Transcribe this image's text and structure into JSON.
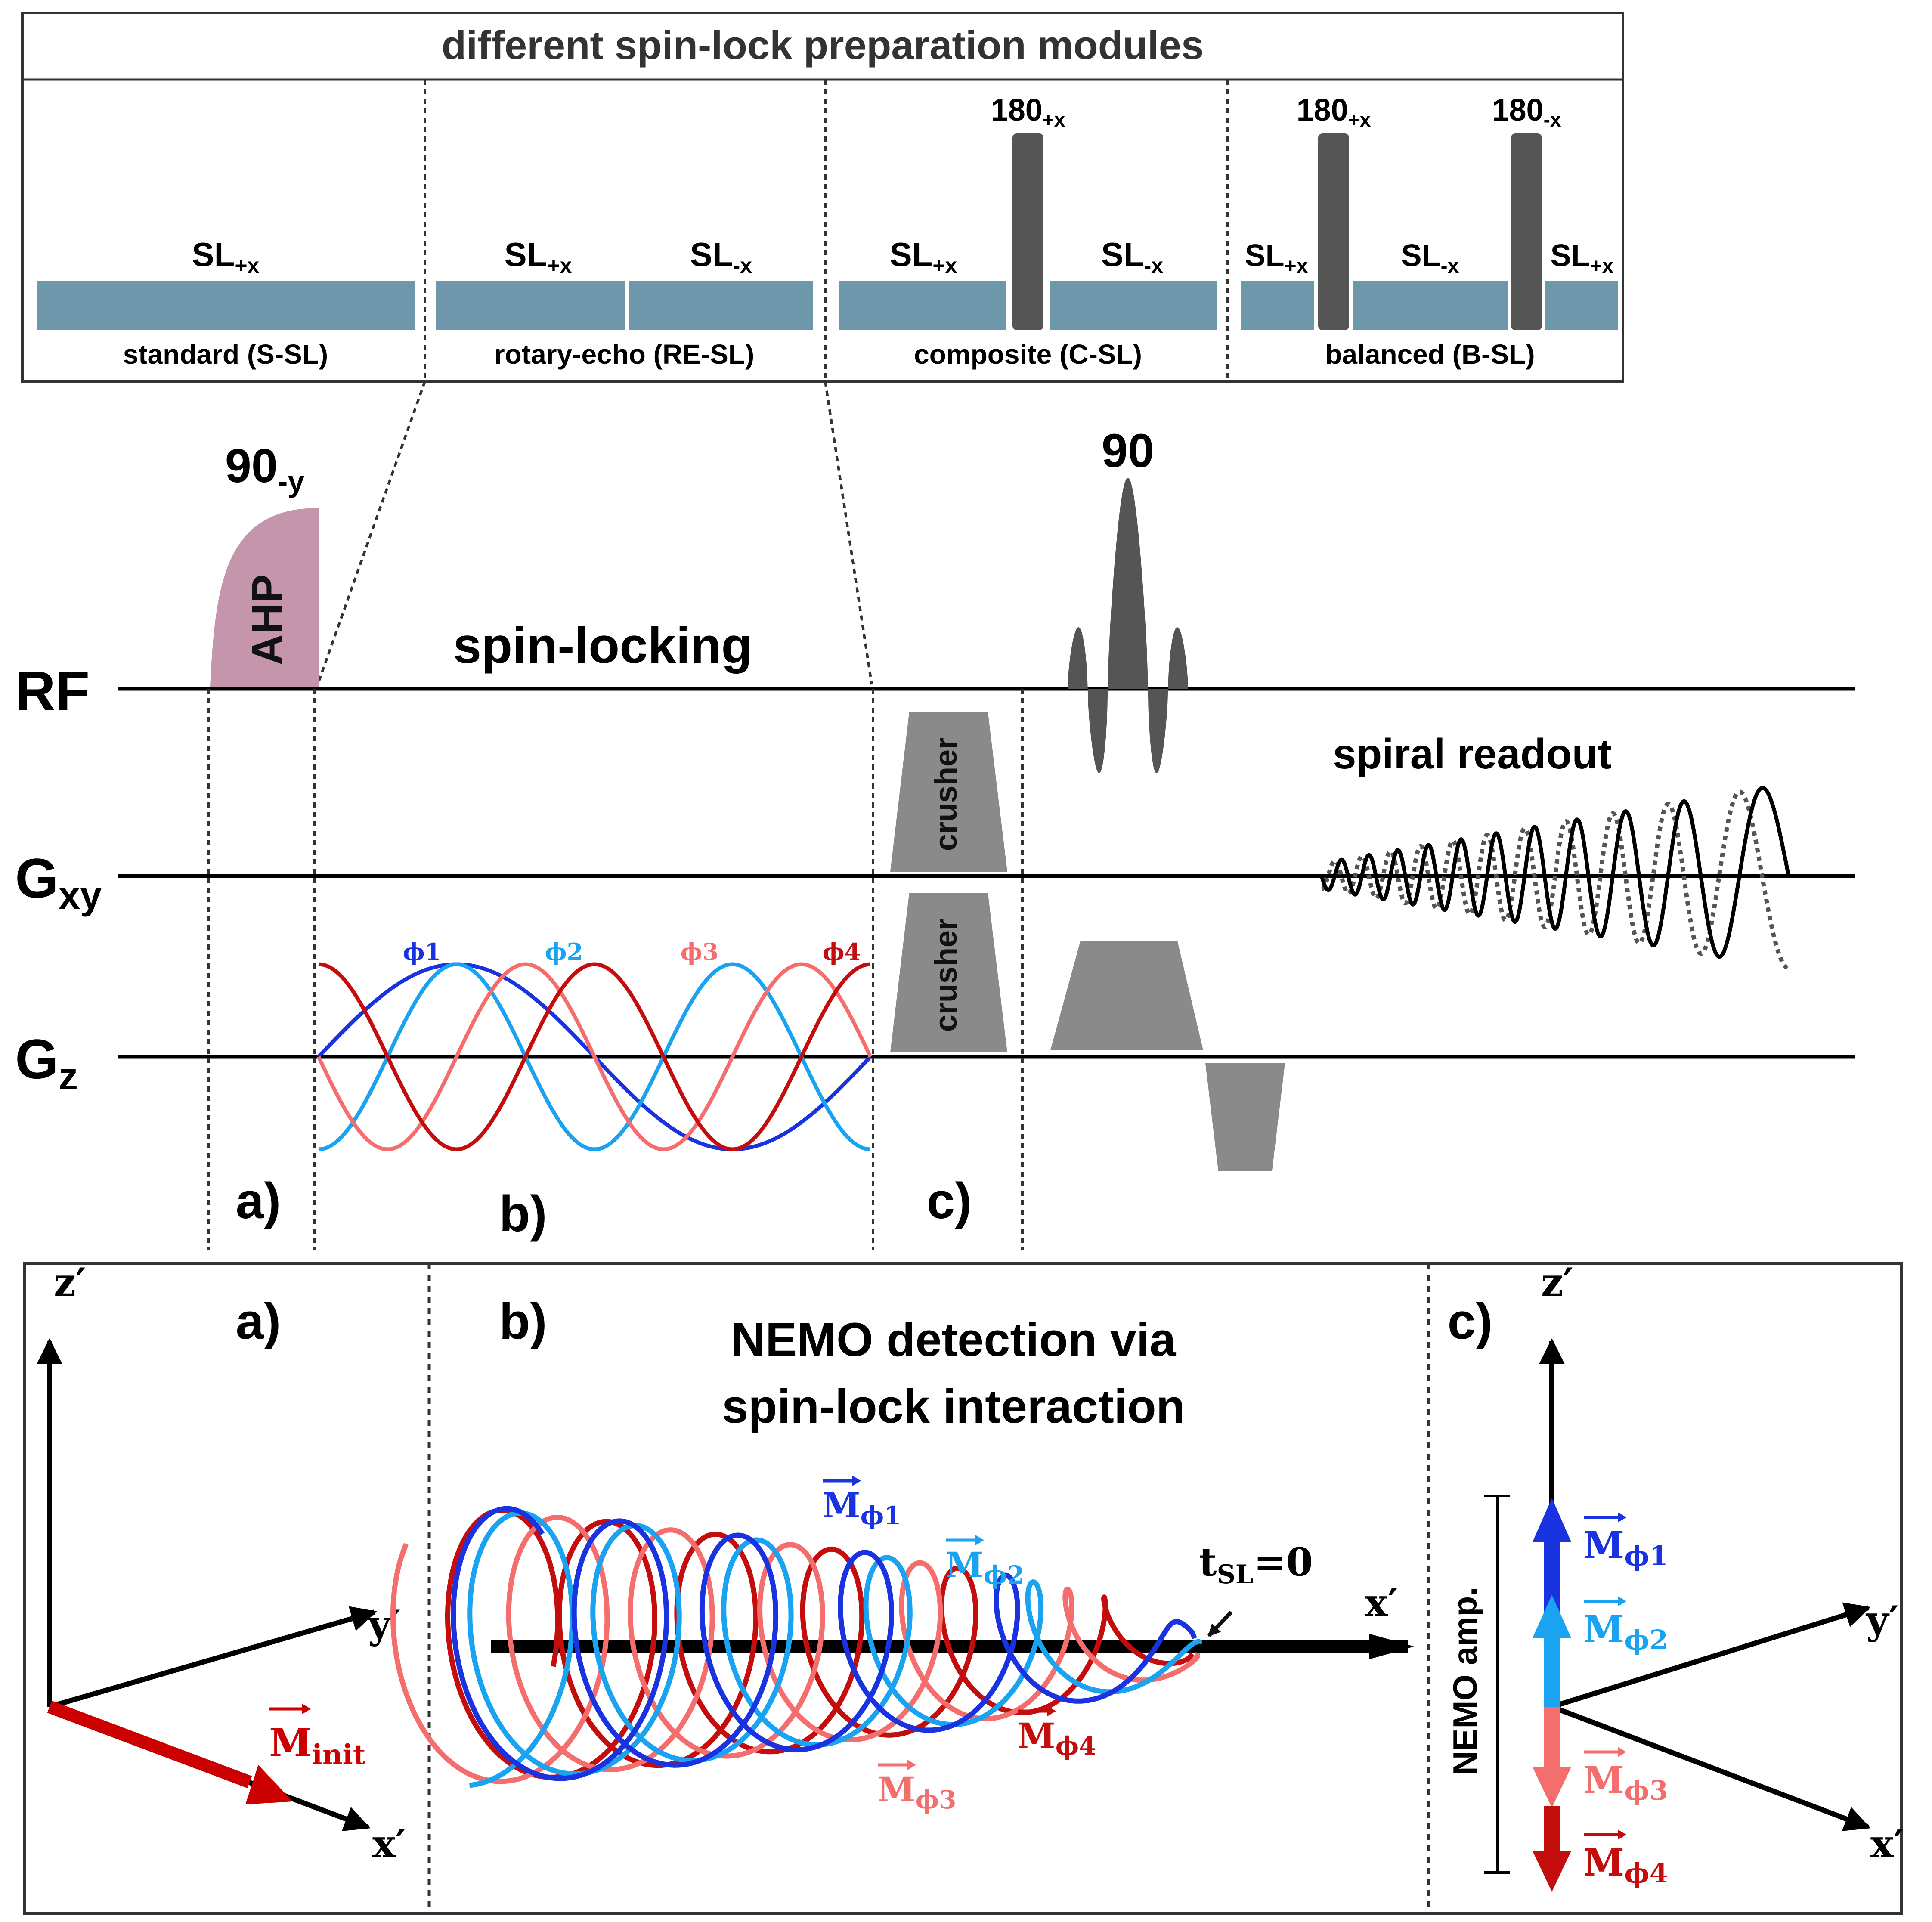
{
  "modules": {
    "title": "different spin-lock preparation modules",
    "standard": {
      "name": "standard (S-SL)",
      "sl1": {
        "base": "SL",
        "sub": "+x"
      }
    },
    "rotary": {
      "name": "rotary-echo (RE-SL)",
      "sl1": {
        "base": "SL",
        "sub": "+x"
      },
      "sl2": {
        "base": "SL",
        "sub": "-x"
      }
    },
    "composite": {
      "name": "composite (C-SL)",
      "sl1": {
        "base": "SL",
        "sub": "+x"
      },
      "sl2": {
        "base": "SL",
        "sub": "-x"
      },
      "pulse": {
        "base": "180",
        "sub": "+x"
      }
    },
    "balanced": {
      "name": "balanced (B-SL)",
      "sl1": {
        "base": "SL",
        "sub": "+x"
      },
      "sl2": {
        "base": "SL",
        "sub": "-x"
      },
      "sl3": {
        "base": "SL",
        "sub": "+x"
      },
      "pulse1": {
        "base": "180",
        "sub": "+x"
      },
      "pulse2": {
        "base": "180",
        "sub": "-x"
      }
    }
  },
  "sequence": {
    "rows": {
      "rf": "RF",
      "gxy": {
        "base": "G",
        "sub": "xy"
      },
      "gz": {
        "base": "G",
        "sub": "z"
      }
    },
    "ahp_pulse": {
      "base": "90",
      "sub": "-y"
    },
    "ahp_label": "AHP",
    "spin_locking": "spin-locking",
    "excitation": "90",
    "crusher": "crusher",
    "spiral": "spiral readout",
    "phases": [
      "ϕ1",
      "ϕ2",
      "ϕ3",
      "ϕ4"
    ],
    "sections": [
      "a)",
      "b)",
      "c)"
    ]
  },
  "bottom": {
    "sections": [
      "a)",
      "b)",
      "c)"
    ],
    "title_line1": "NEMO detection via",
    "title_line2": "spin-lock interaction",
    "axes": {
      "z": "z′",
      "y": "y′",
      "x": "x′"
    },
    "m_init": {
      "base": "M",
      "sub": "init"
    },
    "m_phi": [
      {
        "base": "M",
        "sub": "ϕ1"
      },
      {
        "base": "M",
        "sub": "ϕ2"
      },
      {
        "base": "M",
        "sub": "ϕ3"
      },
      {
        "base": "M",
        "sub": "ϕ4"
      }
    ],
    "tsl": {
      "base": "t",
      "sub": "SL",
      "tail": "=0"
    },
    "nemo_amp": "NEMO amp."
  },
  "colors": {
    "phi1": "#1a33e0",
    "phi2": "#19a3f0",
    "phi3": "#f56e6e",
    "phi4": "#c40d0d",
    "sl_block": "#6f97ab",
    "dark_pulse": "#555555",
    "crusher": "#8a8a8a",
    "ahp": "#c596ab",
    "red_arrow": "#cc0000"
  }
}
